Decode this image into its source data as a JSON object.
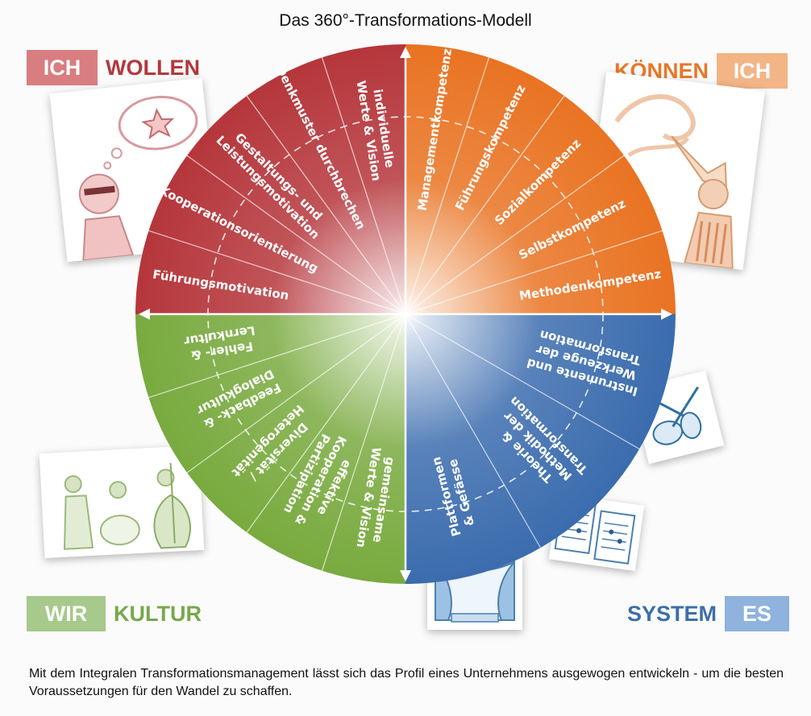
{
  "title": "Das 360°-Transformations-Modell",
  "quadrant_labels": {
    "top_left": {
      "box": "ICH",
      "word": "WOLLEN"
    },
    "top_right": {
      "box": "ICH",
      "word": "KÖNNEN"
    },
    "bottom_left": {
      "box": "WIR",
      "word": "KULTUR"
    },
    "bottom_right": {
      "box": "ES",
      "word": "SYSTEM"
    }
  },
  "segments": {
    "wollen": [
      [
        "Führungsmotivation"
      ],
      [
        "Kooperationsorientierung"
      ],
      [
        "Gestaltungs- und",
        "Leistungsmotivation"
      ],
      [
        "Denkmuster durchbrechen"
      ],
      [
        "individuelle",
        "Werte & Vision"
      ]
    ],
    "koennen": [
      [
        "Managementkompetenz"
      ],
      [
        "Führungskompetenz"
      ],
      [
        "Sozialkompetenz"
      ],
      [
        "Selbstkompetenz"
      ],
      [
        "Methodenkompetenz"
      ]
    ],
    "kultur": [
      [
        "gemeinsame",
        "Werte & Vision"
      ],
      [
        "effektive",
        "Kooperation &",
        "Partizipation"
      ],
      [
        "Diversität /",
        "Heterogenität"
      ],
      [
        "Feedback- &",
        "Dialogkultur"
      ],
      [
        "Fehler- &",
        "Lernkultur"
      ]
    ],
    "system": [
      [
        "Instrumente und",
        "Werkzeuge der",
        "Transformation"
      ],
      [
        "Theorie &",
        "Methodik der",
        "Transformation"
      ],
      [
        "Plattformen",
        "& Gefässe"
      ]
    ]
  },
  "colors": {
    "wollen": "#b5363b",
    "koennen": "#e97322",
    "kultur": "#79aa3f",
    "system": "#3b6cae"
  },
  "icons": {
    "top_left": "thinking-man-icon",
    "top_right": "trumpet-player-icon",
    "bottom_left": "jazz-band-icon",
    "bottom_right_1": "guitar-violin-icon",
    "bottom_right_2": "sheet-music-icon",
    "bottom_right_3": "stage-curtain-icon"
  },
  "footer": "Mit dem Integralen Transformationsmanagement lässt sich das Profil eines Unternehmens ausgewogen entwickeln - um die besten Voraussetzungen für den Wandel zu schaffen."
}
